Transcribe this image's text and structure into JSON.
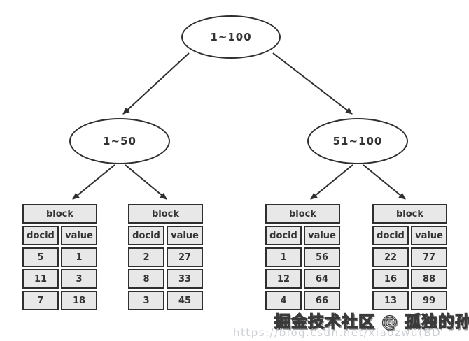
{
  "diagram": {
    "nodes": {
      "root": "1~100",
      "left": "1~50",
      "right": "51~100"
    },
    "blocks": [
      {
        "title": "block",
        "col1": "docid",
        "col2": "value",
        "rows": [
          [
            "5",
            "1"
          ],
          [
            "11",
            "3"
          ],
          [
            "7",
            "18"
          ]
        ]
      },
      {
        "title": "block",
        "col1": "docid",
        "col2": "value",
        "rows": [
          [
            "2",
            "27"
          ],
          [
            "8",
            "33"
          ],
          [
            "3",
            "45"
          ]
        ]
      },
      {
        "title": "block",
        "col1": "docid",
        "col2": "value",
        "rows": [
          [
            "1",
            "56"
          ],
          [
            "12",
            "64"
          ],
          [
            "4",
            "66"
          ]
        ]
      },
      {
        "title": "block",
        "col1": "docid",
        "col2": "value",
        "rows": [
          [
            "22",
            "77"
          ],
          [
            "16",
            "88"
          ],
          [
            "13",
            "99"
          ]
        ]
      }
    ]
  },
  "watermark": {
    "community": "掘金技术社区 @ 孤独的孙大炮",
    "url": "https://blog.csdn.net/xiaozwu(BD"
  },
  "colors": {
    "stroke": "#2f2f2f",
    "cell_fill": "#e8e8e8",
    "node_fill": "#ffffff",
    "text": "#333333"
  }
}
